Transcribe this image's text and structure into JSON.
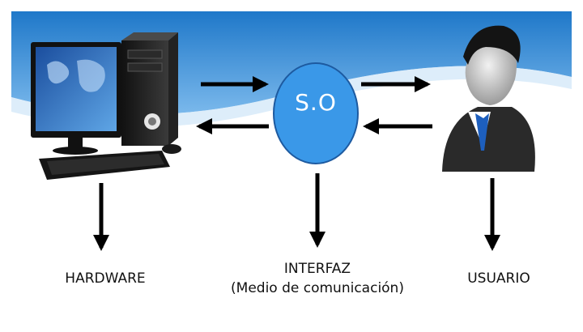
{
  "diagram": {
    "center_label": "S.O",
    "labels": {
      "hardware": "HARDWARE",
      "interface_line1": "INTERFAZ",
      "interface_line2": "(Medio de comunicación)",
      "user": "USUARIO"
    }
  },
  "colors": {
    "sky": "#3d8fd8",
    "circle_fill": "#3a98e8",
    "arrows": "#000000"
  },
  "icons": [
    "computer-icon",
    "user-icon"
  ]
}
